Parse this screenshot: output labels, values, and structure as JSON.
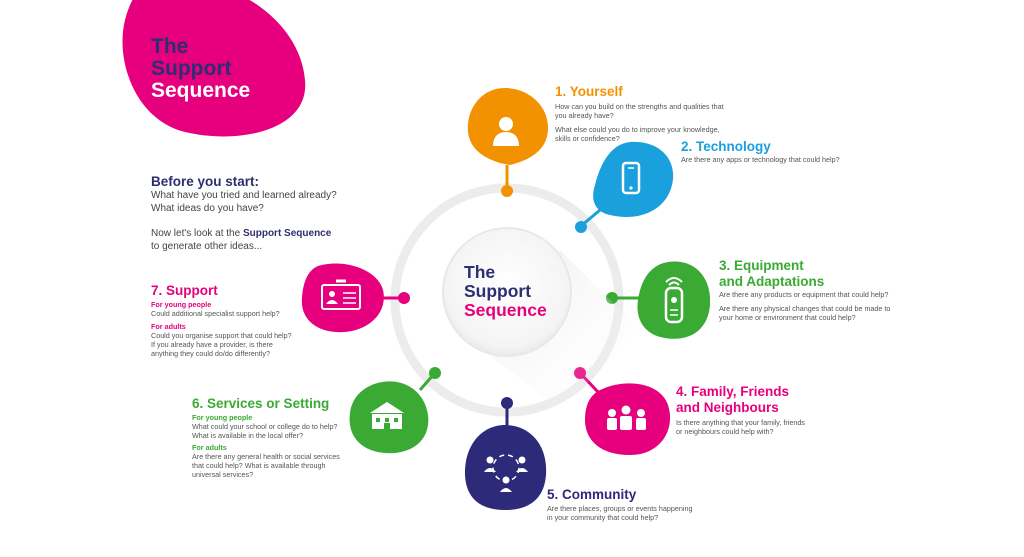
{
  "colors": {
    "navy": "#2e2e72",
    "pink": "#e6007e",
    "orange": "#f39200",
    "blue": "#1aa0dc",
    "green": "#3aaa35",
    "purple": "#2e2a7a",
    "grey_text": "#555555"
  },
  "header": {
    "title_line1": "The",
    "title_line2": "Support",
    "title_line3": "Sequence"
  },
  "center": {
    "line1": "The",
    "line2": "Support",
    "line3": "Sequence"
  },
  "intro": {
    "heading": "Before you start:",
    "line1": "What have you tried and learned already?",
    "line2": "What ideas do you have?",
    "line3_pre": "Now let's look at the ",
    "line3_bold": "Support Sequence",
    "line4": "to generate other ideas..."
  },
  "steps": [
    {
      "id": 1,
      "title": "1. Yourself",
      "icon": "person-icon",
      "text": [
        "How can you build on the strengths and qualities that",
        "you already have?",
        "What else could you do to improve your knowledge,",
        "skills or confidence?"
      ]
    },
    {
      "id": 2,
      "title": "2. Technology",
      "icon": "phone-icon",
      "text": [
        "Are there any apps or technology that could help?"
      ]
    },
    {
      "id": 3,
      "title_line1": "3. Equipment",
      "title_line2": "and Adaptations",
      "icon": "remote-control-icon",
      "text": [
        "Are there any products or equipment that could help?",
        "Are there any physical changes that could be made to",
        "your home or environment that could help?"
      ]
    },
    {
      "id": 4,
      "title_line1": "4. Family, Friends",
      "title_line2": "and Neighbours",
      "icon": "family-icon",
      "text": [
        "Is there anything that your family, friends",
        "or neighbours could help with?"
      ]
    },
    {
      "id": 5,
      "title": "5. Community",
      "icon": "community-icon",
      "text": [
        "Are there places, groups or events happening",
        "in your community that could help?"
      ]
    },
    {
      "id": 6,
      "title": "6. Services or Setting",
      "icon": "building-icon",
      "young_label": "For young people",
      "young_text": [
        "What could your school or college do to help?",
        "What is available in the local offer?"
      ],
      "adult_label": "For adults",
      "adult_text": [
        "Are there any general health or social services",
        "that could help? What is available through",
        "universal services?"
      ]
    },
    {
      "id": 7,
      "title": "7. Support",
      "icon": "id-card-icon",
      "young_label": "For young people",
      "young_text": [
        "Could additional specialist support help?"
      ],
      "adult_label": "For adults",
      "adult_text": [
        "Could you organise support that could help?",
        "If you already have a provider, is there",
        "anything they could do/do differently?"
      ]
    }
  ]
}
